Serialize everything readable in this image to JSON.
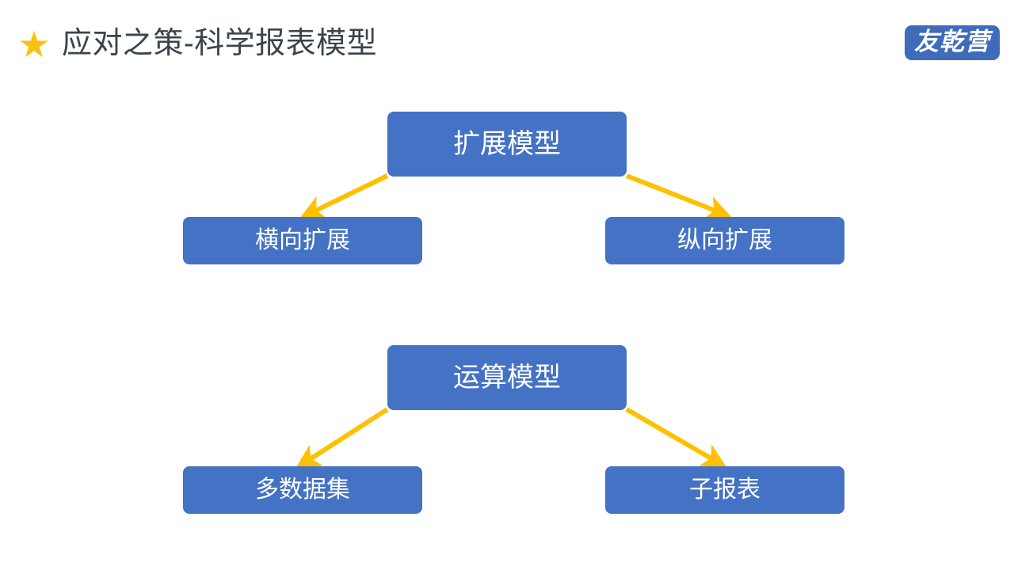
{
  "slide": {
    "title": "应对之策-科学报表模型",
    "star_icon": "star-icon",
    "background_color": "#FFFFFF"
  },
  "brand": {
    "logo_text": "友乾营",
    "logo_bg_color": "#3F6BBA",
    "logo_text_color": "#FFFFFF"
  },
  "theme": {
    "node_fill": "#4472C4",
    "node_text": "#FFFFFF",
    "arrow_color": "#FFC000",
    "title_color": "#3B444D",
    "star_color": "#FAC00F"
  },
  "diagram": {
    "type": "tree",
    "groups": [
      {
        "id": "expansion-group",
        "root": {
          "id": "expand-model",
          "label": "扩展模型"
        },
        "children": [
          {
            "id": "horizontal",
            "label": "横向扩展",
            "side": "left"
          },
          {
            "id": "vertical",
            "label": "纵向扩展",
            "side": "right"
          }
        ]
      },
      {
        "id": "computation-group",
        "root": {
          "id": "compute-model",
          "label": "运算模型"
        },
        "children": [
          {
            "id": "multidata",
            "label": "多数据集",
            "side": "left"
          },
          {
            "id": "subreport",
            "label": "子报表",
            "side": "right"
          }
        ]
      }
    ],
    "connectors": [
      {
        "id": "arrow-expand-to-horizontal",
        "from": "expand-model",
        "to": "horizontal"
      },
      {
        "id": "arrow-expand-to-vertical",
        "from": "expand-model",
        "to": "vertical"
      },
      {
        "id": "arrow-compute-to-multidata",
        "from": "compute-model",
        "to": "multidata"
      },
      {
        "id": "arrow-compute-to-subreport",
        "from": "compute-model",
        "to": "subreport"
      }
    ]
  }
}
